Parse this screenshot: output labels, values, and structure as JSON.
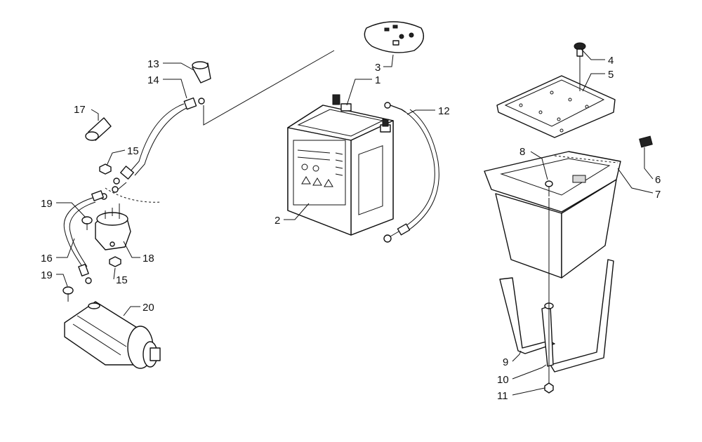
{
  "diagram": {
    "callouts": [
      {
        "id": "c1",
        "label": "1"
      },
      {
        "id": "c2",
        "label": "2"
      },
      {
        "id": "c3",
        "label": "3"
      },
      {
        "id": "c4",
        "label": "4"
      },
      {
        "id": "c5",
        "label": "5"
      },
      {
        "id": "c6",
        "label": "6"
      },
      {
        "id": "c7",
        "label": "7"
      },
      {
        "id": "c8",
        "label": "8"
      },
      {
        "id": "c9",
        "label": "9"
      },
      {
        "id": "c10",
        "label": "10"
      },
      {
        "id": "c11",
        "label": "11"
      },
      {
        "id": "c12",
        "label": "12"
      },
      {
        "id": "c13",
        "label": "13"
      },
      {
        "id": "c14",
        "label": "14"
      },
      {
        "id": "c15a",
        "label": "15"
      },
      {
        "id": "c15b",
        "label": "15"
      },
      {
        "id": "c16",
        "label": "16"
      },
      {
        "id": "c17",
        "label": "17"
      },
      {
        "id": "c18",
        "label": "18"
      },
      {
        "id": "c19a",
        "label": "19"
      },
      {
        "id": "c19b",
        "label": "19"
      },
      {
        "id": "c20",
        "label": "20"
      }
    ]
  }
}
